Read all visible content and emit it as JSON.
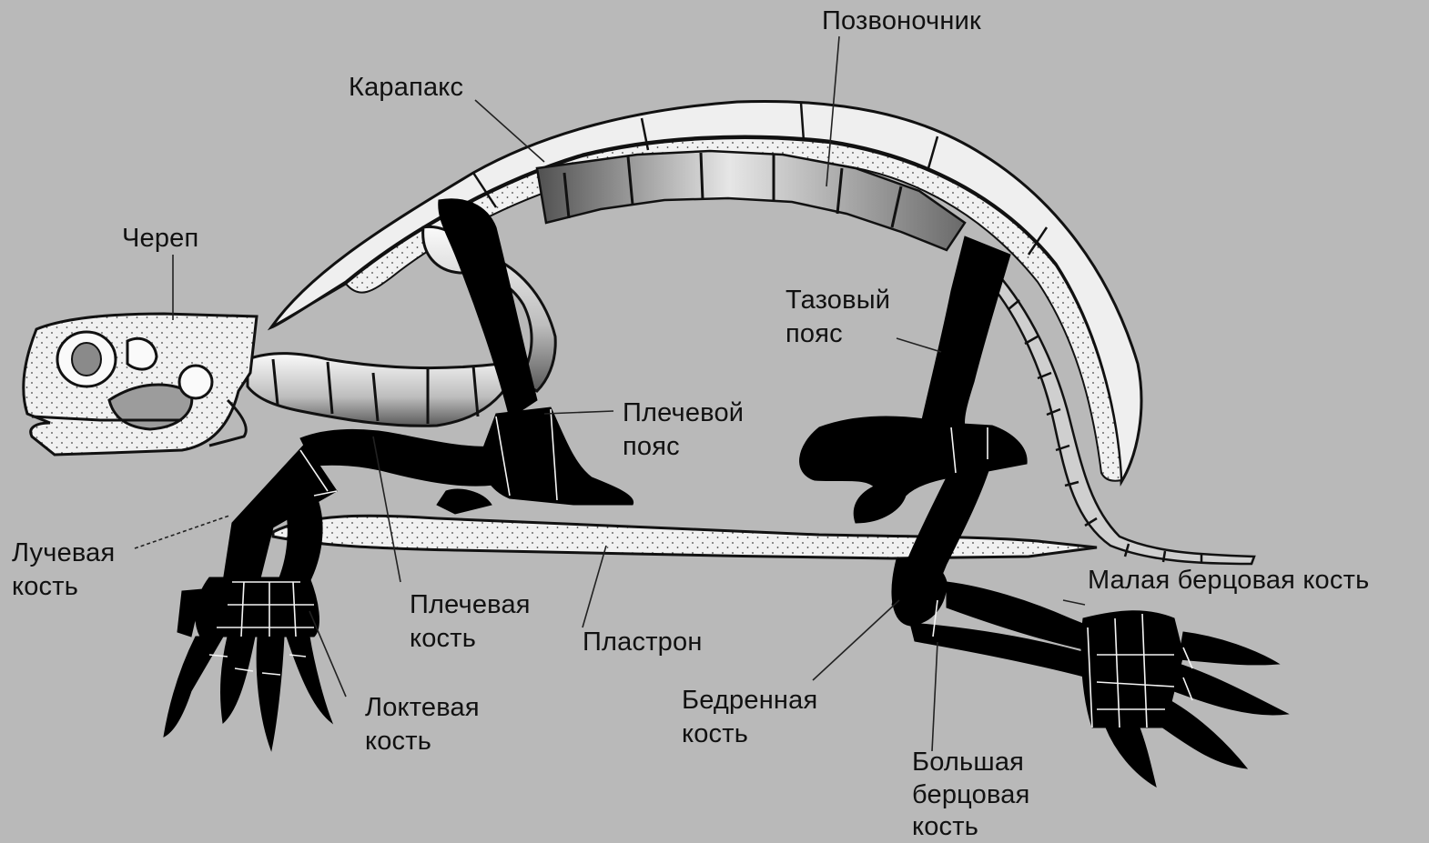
{
  "diagram": {
    "labels": {
      "spine": "Позвоночник",
      "carapace": "Карапакс",
      "skull": "Череп",
      "pelvic_girdle": [
        "Тазовый",
        "пояс"
      ],
      "shoulder_girdle": [
        "Плечевой",
        "пояс"
      ],
      "radius": [
        "Лучевая",
        "кость"
      ],
      "humerus": [
        "Плечевая",
        "кость"
      ],
      "plastron": "Пластрон",
      "fibula": "Малая берцовая кость",
      "ulna": [
        "Локтевая",
        "кость"
      ],
      "femur": [
        "Бедренная",
        "кость"
      ],
      "tibia": [
        "Большая",
        "берцовая",
        "кость"
      ]
    }
  }
}
